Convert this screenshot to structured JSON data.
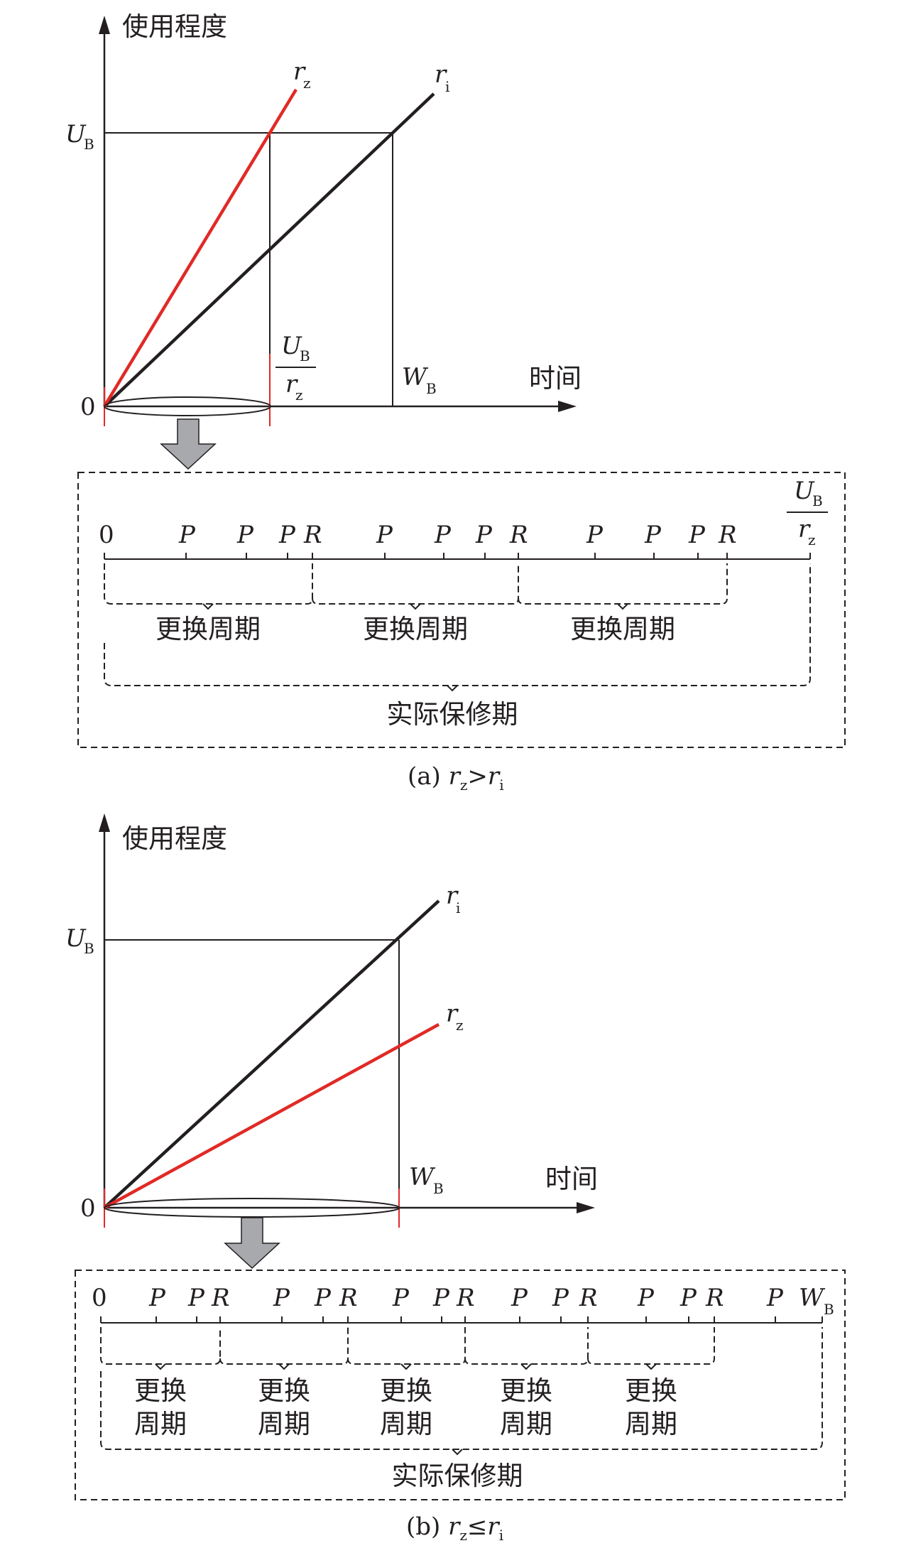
{
  "panel_a": {
    "y_axis_label": "使用程度",
    "x_axis_label": "时间",
    "origin_label": "0",
    "ub_label": "U",
    "ub_sub": "B",
    "rz_label": "r",
    "rz_sub": "z",
    "ri_label": "r",
    "ri_sub": "i",
    "frac_num": "U",
    "frac_num_sub": "B",
    "frac_den": "r",
    "frac_den_sub": "z",
    "wb_label": "W",
    "wb_sub": "B",
    "timeline": {
      "start": "0",
      "marks": [
        "P",
        "P",
        "P",
        "R",
        "P",
        "P",
        "P",
        "R",
        "P",
        "P",
        "P",
        "R"
      ],
      "end_num": "U",
      "end_num_sub": "B",
      "end_den": "r",
      "end_den_sub": "z",
      "cycles": [
        "更换周期",
        "更换周期",
        "更换周期"
      ],
      "warranty": "实际保修期"
    },
    "caption_prefix": "(a) ",
    "caption_r1": "r",
    "caption_r1_sub": "z",
    "caption_op": ">",
    "caption_r2": "r",
    "caption_r2_sub": "i"
  },
  "panel_b": {
    "y_axis_label": "使用程度",
    "x_axis_label": "时间",
    "origin_label": "0",
    "ub_label": "U",
    "ub_sub": "B",
    "ri_label": "r",
    "ri_sub": "i",
    "rz_label": "r",
    "rz_sub": "z",
    "wb_label": "W",
    "wb_sub": "B",
    "timeline": {
      "start": "0",
      "marks": [
        "P",
        "P",
        "R",
        "P",
        "P",
        "R",
        "P",
        "P",
        "R",
        "P",
        "P",
        "R",
        "P",
        "P",
        "R",
        "P"
      ],
      "end": "W",
      "end_sub": "B",
      "cycles_line1": [
        "更换",
        "更换",
        "更换",
        "更换",
        "更换"
      ],
      "cycles_line2": [
        "周期",
        "周期",
        "周期",
        "周期",
        "周期"
      ],
      "warranty": "实际保修期"
    },
    "caption_prefix": "(b) ",
    "caption_r1": "r",
    "caption_r1_sub": "z",
    "caption_op": "≤",
    "caption_r2": "r",
    "caption_r2_sub": "i"
  },
  "colors": {
    "line_black": "#231f20",
    "line_red": "#e02a26",
    "arrow_fill": "#a7a9ac"
  }
}
